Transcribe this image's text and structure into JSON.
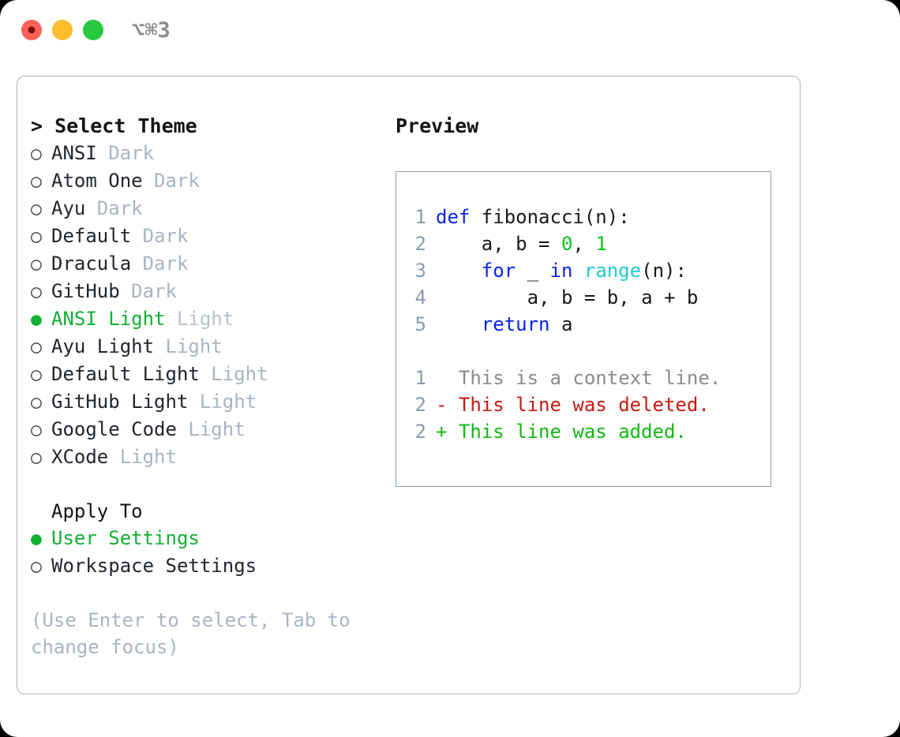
{
  "window": {
    "traffic_lights": [
      {
        "name": "close",
        "color": "#ff6159"
      },
      {
        "name": "minimize",
        "color": "#ffbd2e"
      },
      {
        "name": "zoom",
        "color": "#28c93f"
      }
    ],
    "shortcut_label": "⌥⌘3"
  },
  "theme_panel": {
    "title": "> Select Theme",
    "bullet_selected": "●",
    "bullet_unselected": "○",
    "selected_color": "#12b033",
    "items": [
      {
        "name": "ANSI",
        "kind": "Dark",
        "selected": false
      },
      {
        "name": "Atom One",
        "kind": "Dark",
        "selected": false
      },
      {
        "name": "Ayu",
        "kind": "Dark",
        "selected": false
      },
      {
        "name": "Default",
        "kind": "Dark",
        "selected": false
      },
      {
        "name": "Dracula",
        "kind": "Dark",
        "selected": false
      },
      {
        "name": "GitHub",
        "kind": "Dark",
        "selected": false
      },
      {
        "name": "ANSI Light",
        "kind": "Light",
        "selected": true
      },
      {
        "name": "Ayu Light",
        "kind": "Light",
        "selected": false
      },
      {
        "name": "Default Light",
        "kind": "Light",
        "selected": false
      },
      {
        "name": "GitHub Light",
        "kind": "Light",
        "selected": false
      },
      {
        "name": "Google Code",
        "kind": "Light",
        "selected": false
      },
      {
        "name": "XCode",
        "kind": "Light",
        "selected": false
      }
    ]
  },
  "apply_to": {
    "title": "Apply To",
    "items": [
      {
        "name": "User Settings",
        "selected": true
      },
      {
        "name": "Workspace Settings",
        "selected": false
      }
    ]
  },
  "hint": "(Use Enter to select, Tab to change focus)",
  "preview": {
    "title": "Preview",
    "code": [
      {
        "lineno": "1",
        "tokens": [
          {
            "t": "def",
            "c": "kw"
          },
          {
            "t": " fibonacci(n):",
            "c": "pl"
          }
        ]
      },
      {
        "lineno": "2",
        "tokens": [
          {
            "t": "    a, b = ",
            "c": "pl"
          },
          {
            "t": "0",
            "c": "num"
          },
          {
            "t": ", ",
            "c": "pl"
          },
          {
            "t": "1",
            "c": "num"
          }
        ]
      },
      {
        "lineno": "3",
        "tokens": [
          {
            "t": "    ",
            "c": "pl"
          },
          {
            "t": "for",
            "c": "kw"
          },
          {
            "t": " _ ",
            "c": "pl"
          },
          {
            "t": "in",
            "c": "kw"
          },
          {
            "t": " ",
            "c": "pl"
          },
          {
            "t": "range",
            "c": "fn"
          },
          {
            "t": "(n):",
            "c": "pl"
          }
        ]
      },
      {
        "lineno": "4",
        "tokens": [
          {
            "t": "        a, b = b, a + b",
            "c": "pl"
          }
        ]
      },
      {
        "lineno": "5",
        "tokens": [
          {
            "t": "    ",
            "c": "pl"
          },
          {
            "t": "return",
            "c": "kw"
          },
          {
            "t": " a",
            "c": "pl"
          }
        ]
      }
    ],
    "diff": [
      {
        "lineno": "1",
        "marker": "  ",
        "text": "This is a context line.",
        "kind": "ctx"
      },
      {
        "lineno": "2",
        "marker": "- ",
        "text": "This line was deleted.",
        "kind": "del"
      },
      {
        "lineno": "2",
        "marker": "+ ",
        "text": "This line was added.",
        "kind": "add"
      }
    ],
    "colors": {
      "keyword": "#0a23e8",
      "function": "#20cbcb",
      "number": "#0ac51f",
      "plain": "#16191d",
      "lineno": "#8b9aab",
      "diff_context": "#8b8b8b",
      "diff_deleted": "#c41a10",
      "diff_added": "#12b812",
      "border": "#8c9bad"
    }
  }
}
